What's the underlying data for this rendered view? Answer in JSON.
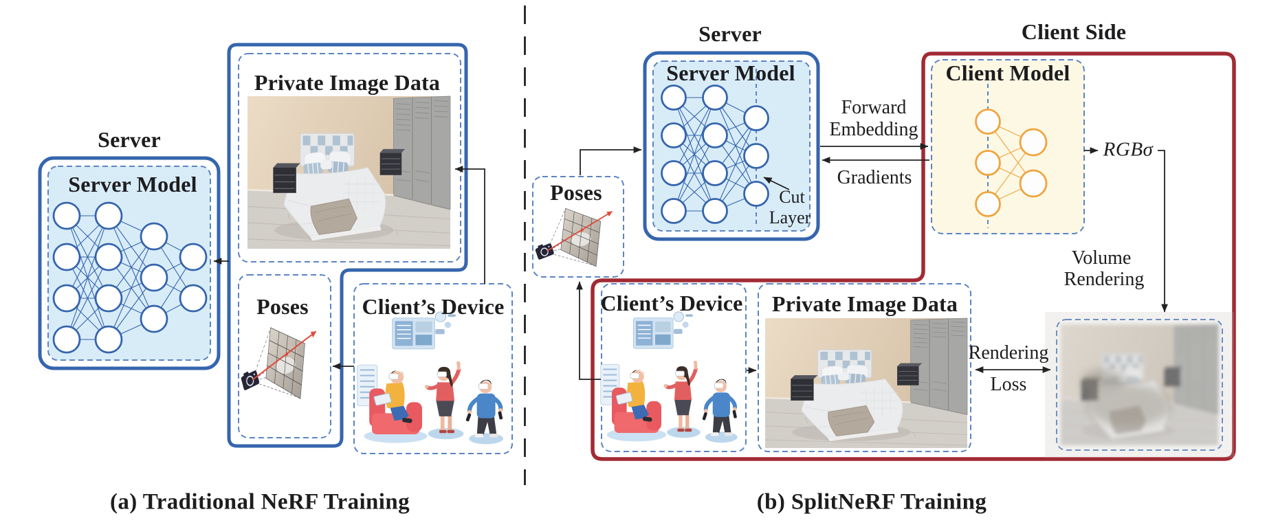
{
  "figure": {
    "panel_a": {
      "caption": "(a) Traditional NeRF Training",
      "server_title": "Server",
      "server_model_label": "Server Model",
      "private_image_label": "Private Image Data",
      "poses_label": "Poses",
      "client_device_label": "Client’s Device"
    },
    "panel_b": {
      "caption": "(b) SplitNeRF Training",
      "server_title": "Server",
      "client_side_title": "Client Side",
      "server_model_label": "Server Model",
      "client_model_label": "Client Model",
      "poses_label": "Poses",
      "client_device_label": "Client’s Device",
      "private_image_label": "Private Image Data",
      "forward_line1": "Forward",
      "forward_line2": "Embedding",
      "gradients_label": "Gradients",
      "cut_line1": "Cut",
      "cut_line2": "Layer",
      "rgb_sigma_label": "RGBσ",
      "volume_line1": "Volume",
      "volume_line2": "Rendering",
      "loss_line1": "Rendering",
      "loss_line2": "Loss"
    },
    "colors": {
      "server_blue": "#3565ad",
      "dashed_blue": "#5b84c4",
      "light_blue_fill": "#d8ecf8",
      "client_red": "#a12a33",
      "client_yellow_fill": "#fdf8e4",
      "orange_node": "#f0a43e",
      "arrow_black": "#222222",
      "pose_ray_red": "#df4a3c"
    }
  }
}
